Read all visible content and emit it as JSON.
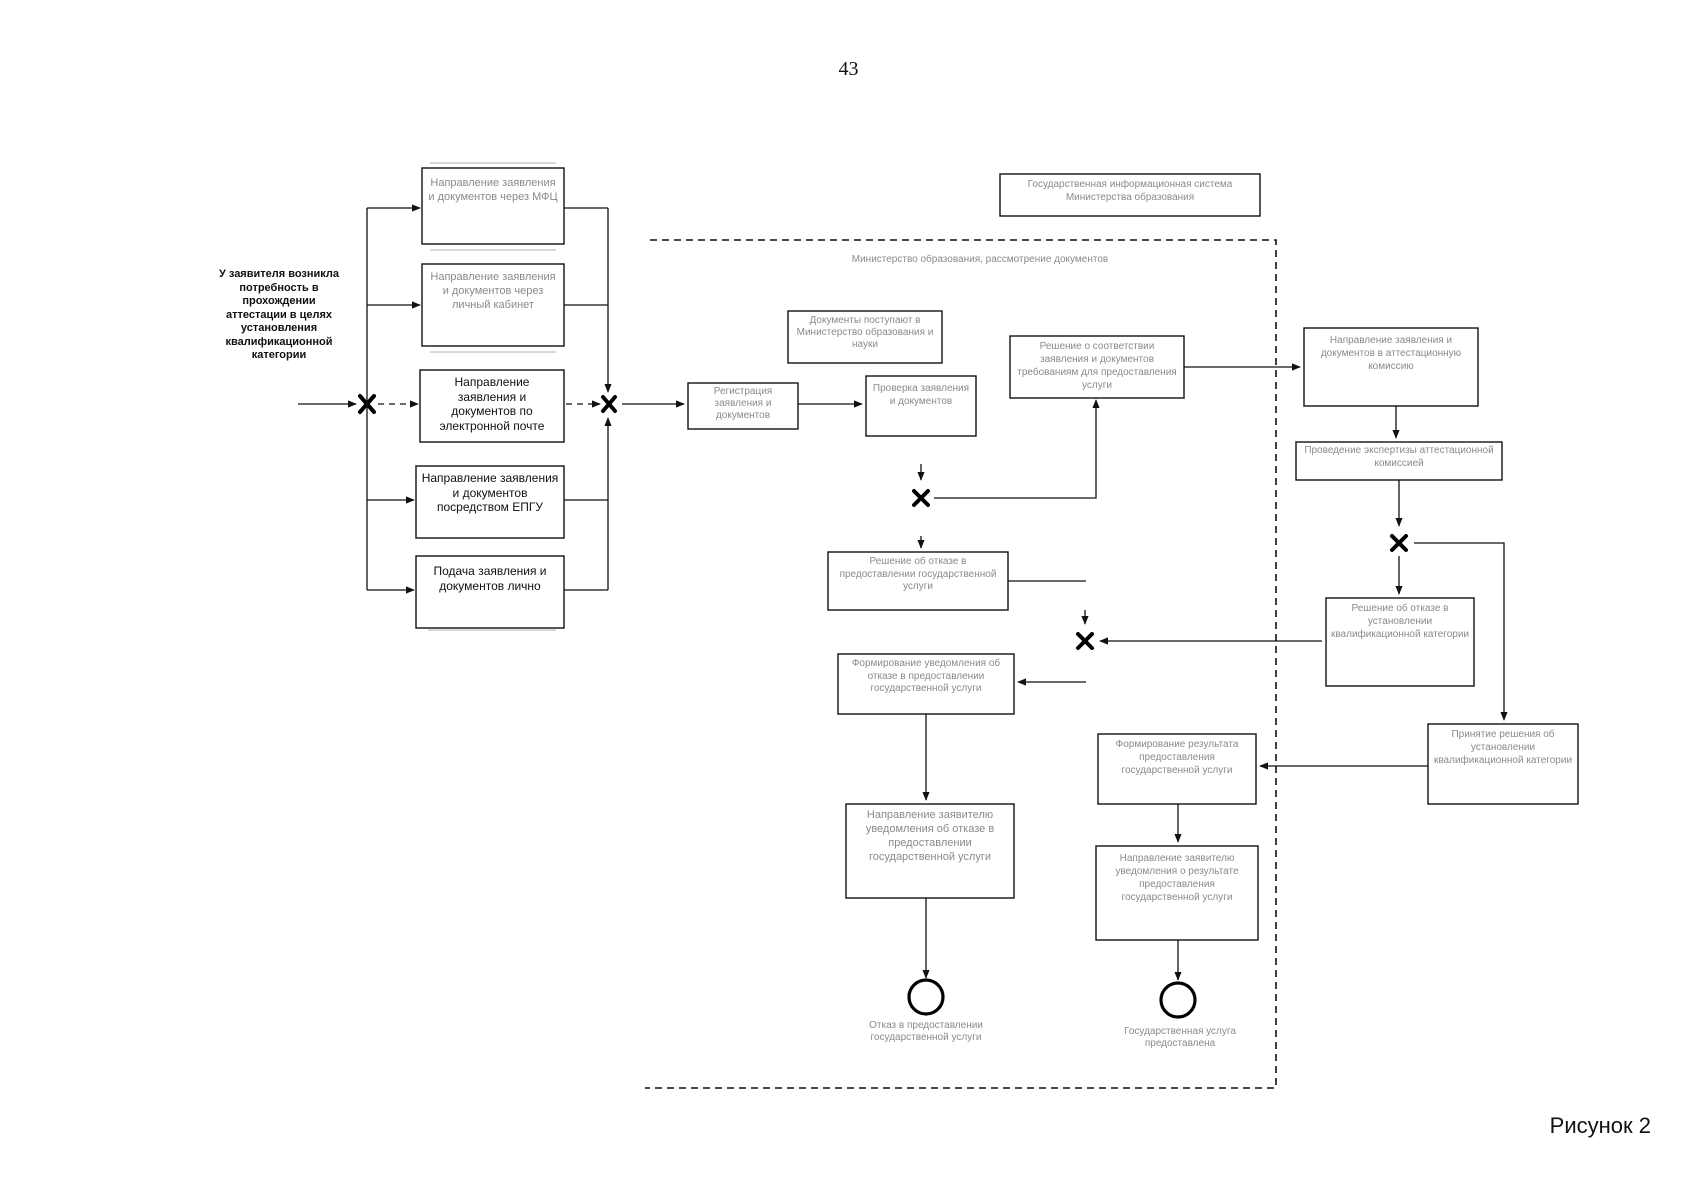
{
  "page_number": "43",
  "figure_caption": "Рисунок 2",
  "start_label": "У заявителя возникла потребность в прохождении аттестации в целях установления квалификационной категории",
  "channels": [
    {
      "label": "Направление заявления и документов через МФЦ"
    },
    {
      "label": "Направление заявления и документов через личный кабинет"
    },
    {
      "label": "Направление заявления и документов по электронной почте"
    },
    {
      "label": "Направление заявления и документов посредством ЕПГУ"
    },
    {
      "label": "Подача заявления и документов лично"
    }
  ],
  "legend_label": "Государственная информационная система Министерства образования",
  "region_label": "Министерство образования, рассмотрение документов",
  "annotation_label": "Документы поступают в Министерство образования и науки",
  "steps": {
    "registration": "Регистрация заявления и документов",
    "check": "Проверка заявления и документов",
    "accept_decision": "Решение о соответствии заявления и документов требованиям для предоставления услуги",
    "refusal_decision": "Решение об отказе в предоставлении государственной услуги",
    "refusal_notice": "Формирование уведомления об отказе в предоставлении государственной услуги",
    "send_to_applicant": "Направление заявителю уведомления об отказе в предоставлении государственной услуги",
    "send_to_commission": "Направление заявления и документов в аттестационную комиссию",
    "commission_review": "Проведение экспертизы аттестационной комиссией",
    "refuse_category": "Решение об отказе в установлении квалификационной категории",
    "establish_category": "Принятие решения об установлении квалификационной категории",
    "form_result": "Формирование результата предоставления государственной услуги",
    "send_result": "Направление заявителю уведомления о результате предоставления государственной услуги"
  },
  "end_refused": "Отказ в предоставлении государственной услуги",
  "end_provided": "Государственная услуга предоставлена"
}
